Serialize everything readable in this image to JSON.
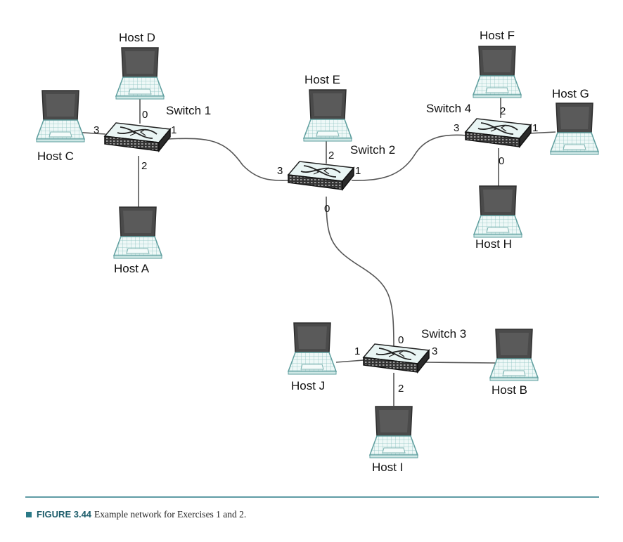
{
  "hosts": {
    "A": "Host A",
    "B": "Host B",
    "C": "Host C",
    "D": "Host D",
    "E": "Host E",
    "F": "Host F",
    "G": "Host G",
    "H": "Host H",
    "I": "Host I",
    "J": "Host J"
  },
  "switches": {
    "s1": "Switch 1",
    "s2": "Switch 2",
    "s3": "Switch 3",
    "s4": "Switch 4"
  },
  "ports": {
    "s1": {
      "p0": "0",
      "p1": "1",
      "p2": "2",
      "p3": "3"
    },
    "s2": {
      "p0": "0",
      "p1": "1",
      "p2": "2",
      "p3": "3"
    },
    "s3": {
      "p0": "0",
      "p1": "1",
      "p2": "2",
      "p3": "3"
    },
    "s4": {
      "p0": "0",
      "p1": "1",
      "p2": "2",
      "p3": "3"
    }
  },
  "caption": {
    "label": "FIGURE 3.44",
    "text": "Example network for Exercises 1 and 2."
  },
  "colors": {
    "screen": "#4a4a4a",
    "device_outline": "#5e9e9e",
    "device_fill": "#e9f5f4",
    "cable": "#555555",
    "rule": "#2a7a87"
  }
}
